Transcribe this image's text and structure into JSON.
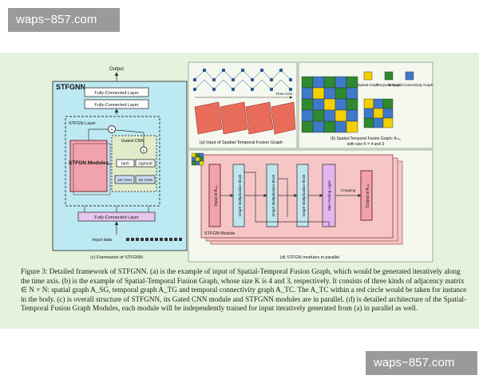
{
  "watermark": {
    "top": "waps−857.com",
    "bottom": "waps−857.com"
  },
  "figure": {
    "a": {
      "time_axis": "Time Axis",
      "caption": "(a) Input of Spatial-Temporal Fusion Graph"
    },
    "b": {
      "legend": [
        "Spatial Graph",
        "Temporal Graph",
        "Temporal Connectivity Graph"
      ],
      "caption_line1": "(b) Spatial-Temporal Fusion Graph: Aₛₜ₆",
      "caption_line2": "with size K = 4 and 3"
    },
    "c": {
      "title": "STFGNN",
      "output": "Output",
      "fc_top1": "Fully-Connected Layer",
      "fc_top2": "Fully-Connected Layer",
      "layer_label": "STFGN Layer",
      "modules": "STFGN Modules",
      "gated_cnn": "Gated CNN",
      "tanh": "tanh",
      "sigmoid": "sigmoid",
      "cnn1": "1D CNN",
      "cnn2": "1D CNN",
      "fc_bottom": "Fully-Connected Layer",
      "input": "Input data",
      "caption": "(c) Framework of STFGNN"
    },
    "d": {
      "input": "Input of Aₛₜ₆",
      "gm1": "Graph Multiplication Block",
      "gm2": "Graph Multiplication Block",
      "gm3": "Graph Multiplication Block",
      "maxpool": "Max Pooling Layer",
      "cropping": "Cropping",
      "output": "Output of Aₛₜ₆",
      "module": "STFGN Module",
      "caption": "(d) STFGN modules in parallel"
    }
  },
  "caption": "Figure 3: Detailed framework of STFGNN. (a) is the example of input of Spatial-Temporal Fusion Graph, which would be generated iteratively along the time axis. (b) is the example of Spatial-Temporal Fusion Graph, whose size K is 4 and 3, respectively. It consists of three kinds of adjacency matrix ∈ N × N: spatial graph A_SG, temporal graph A_TG and temporal connectivity graph A_TC. The A_TC within a red circle would be taken for instance in the body. (c) is overall structure of STFGNN, its Gated CNN module and STFGNN modules are in parallel. (d) is detailed architecture of the Spatial-Temporal Fusion Graph Modules, each module will be independently trained for input iteratively generated from (a) in parallel as well.",
  "colors": {
    "panel": "#e6f3dc",
    "stfgnn_bg": "#bdeaf2",
    "module_pink": "#f1a3ad",
    "module_box": "#f6c6c6",
    "spatial": "#f2d000",
    "temporal": "#2e8a2e",
    "connectivity": "#3f79c9"
  }
}
